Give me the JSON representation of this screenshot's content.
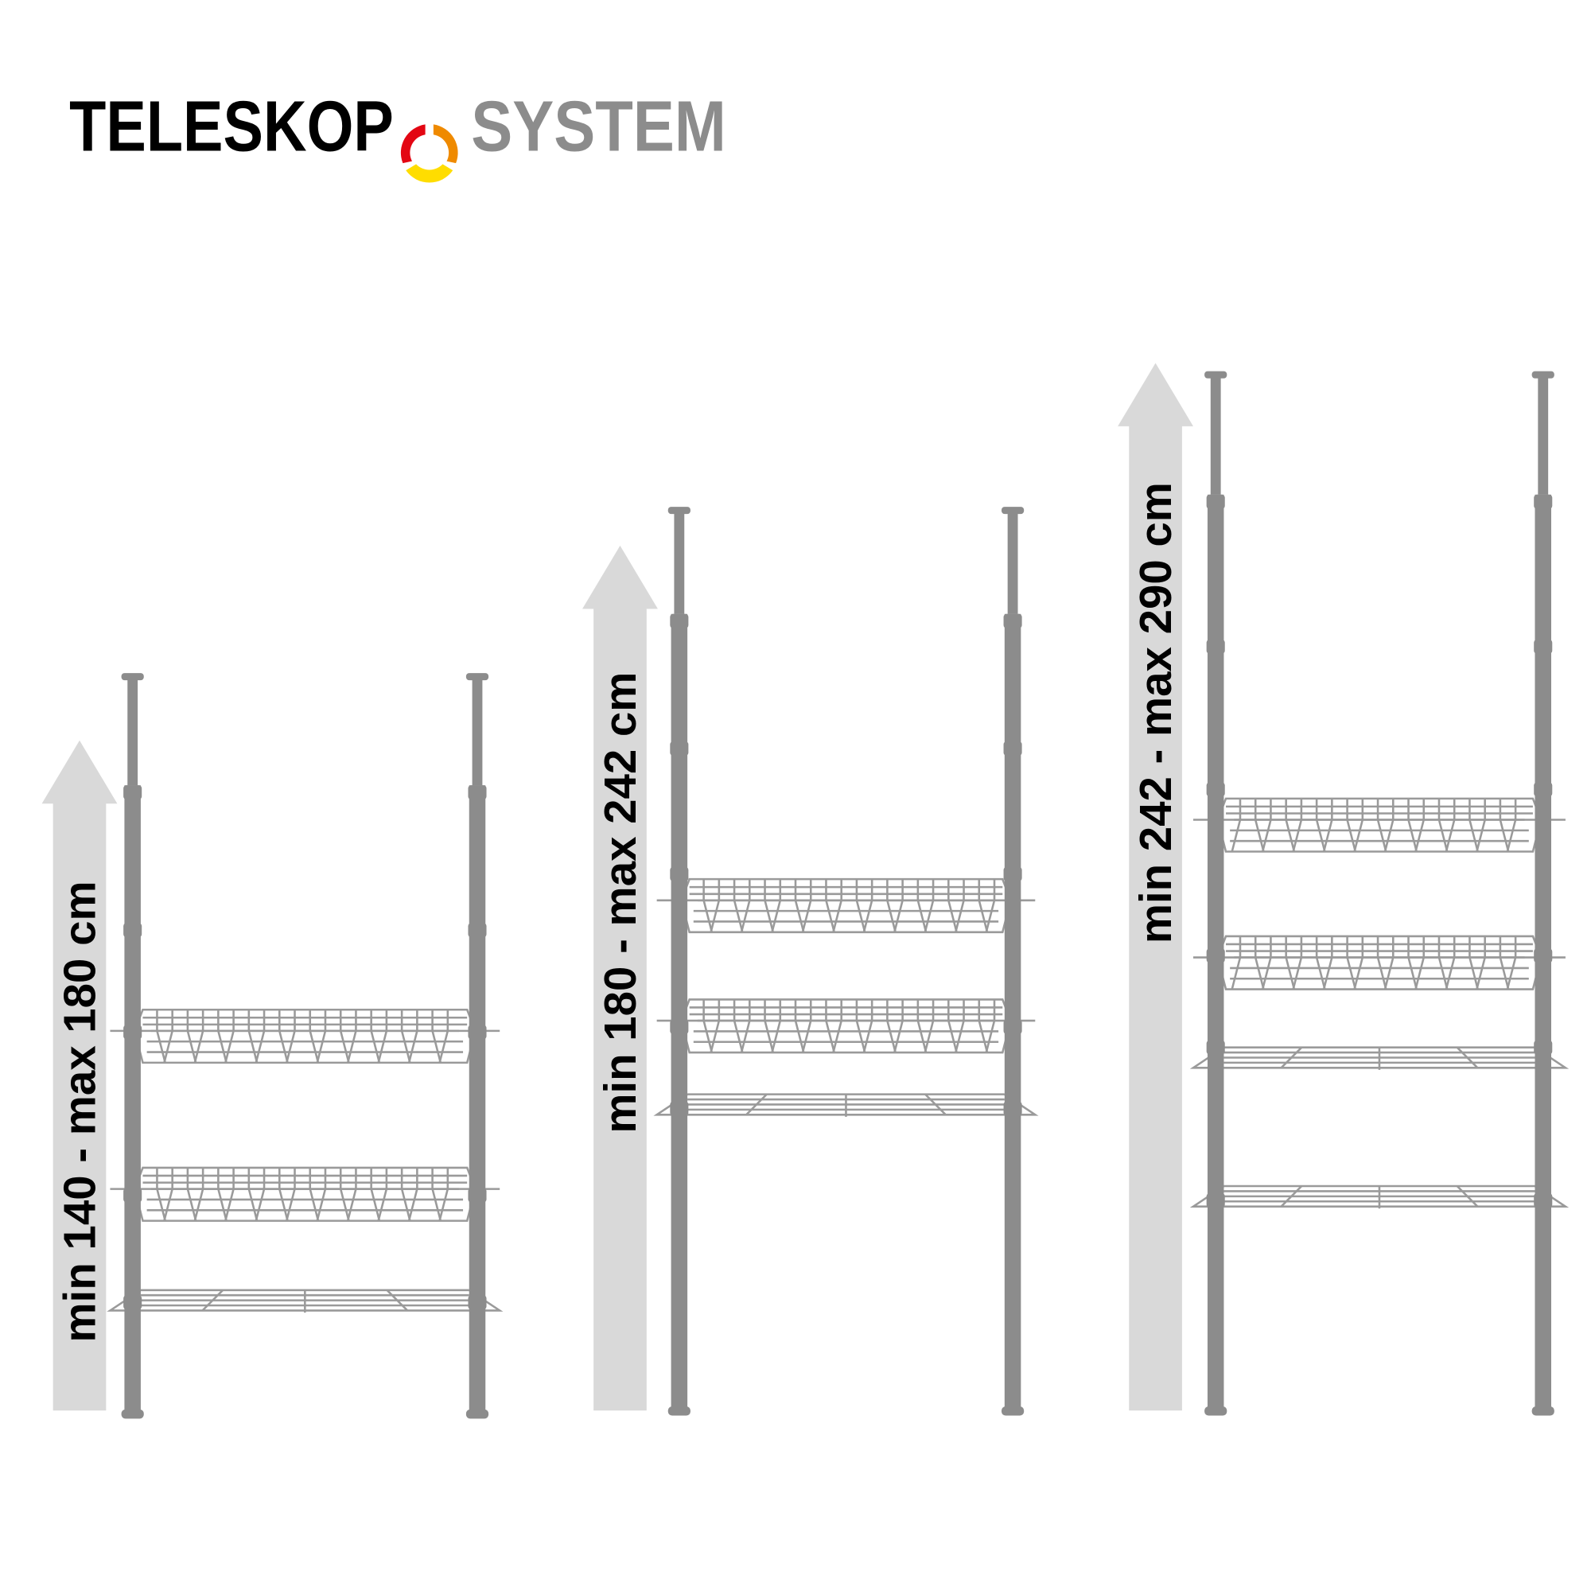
{
  "logo": {
    "word1": "TELESKOP",
    "word2": "SYSTEM",
    "ring_colors": [
      "#e30613",
      "#ef8a00",
      "#ffdd00"
    ]
  },
  "colors": {
    "pole": "#8c8c8c",
    "wire": "#9a9a9a",
    "arrow": "#d9d9d9",
    "word1": "#000000",
    "word2": "#8c8c8c"
  },
  "racks": [
    {
      "label": "min 140 - max 180 cm",
      "baskets": 2,
      "flat_shelves": 1
    },
    {
      "label": "min 180 - max 242 cm",
      "baskets": 2,
      "flat_shelves": 1
    },
    {
      "label": "min 242 - max 290 cm",
      "baskets": 2,
      "flat_shelves": 2
    }
  ]
}
